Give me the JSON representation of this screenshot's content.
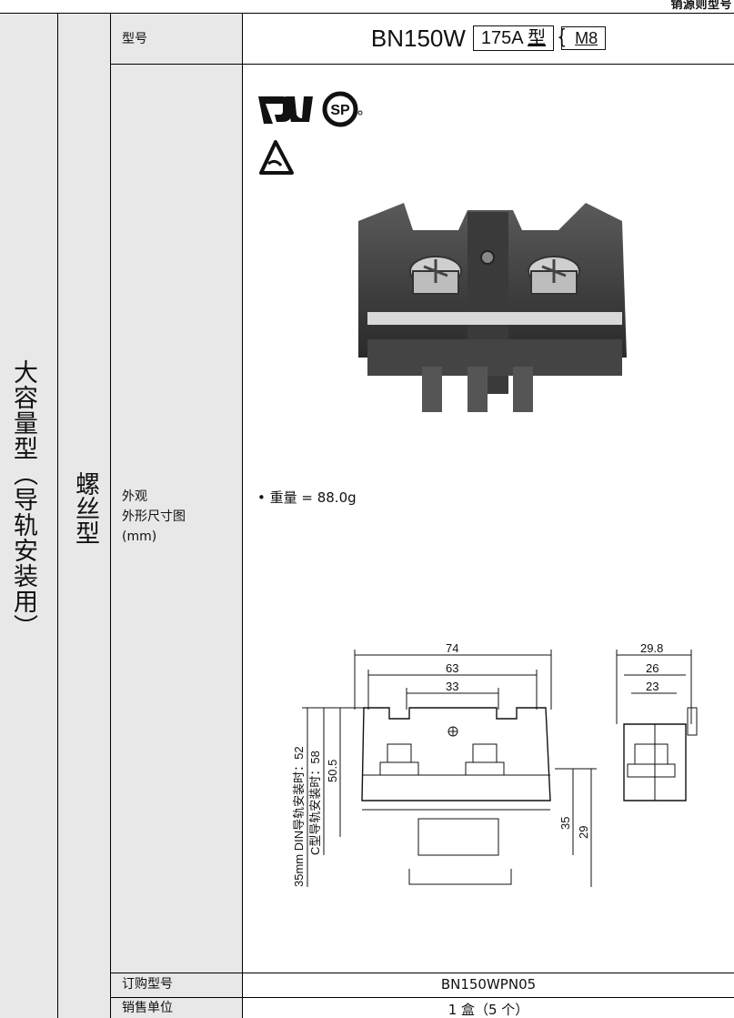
{
  "header_fragment": "销源则型号",
  "category": "大容量型（导轨安装用）",
  "subcategory": "螺丝型",
  "labels": {
    "model": "型号",
    "appearance": "外观",
    "dimension": "外形尺寸图",
    "unit": "(mm)",
    "order_number": "订购型号",
    "sales_unit": "销售单位"
  },
  "model": {
    "name": "BN150W",
    "rating": "175A",
    "rating_suffix": "型",
    "screw": "M8"
  },
  "weight": "• 重量 = 88.0g",
  "order_number_value": "BN150WPN05",
  "sales_unit_value": "1 盒（5 个）",
  "drawing": {
    "front_dims": [
      "74",
      "63",
      "33"
    ],
    "side_dims": [
      "29.8",
      "26",
      "23"
    ],
    "height_labels": [
      "35mm DIN导轨安装时：52",
      "C型导轨安装时：58",
      "50.5"
    ],
    "right_dims": [
      "35",
      "29"
    ]
  },
  "icons": [
    "ul-mark-icon",
    "csa-mark-icon",
    "triangle-cert-icon"
  ]
}
